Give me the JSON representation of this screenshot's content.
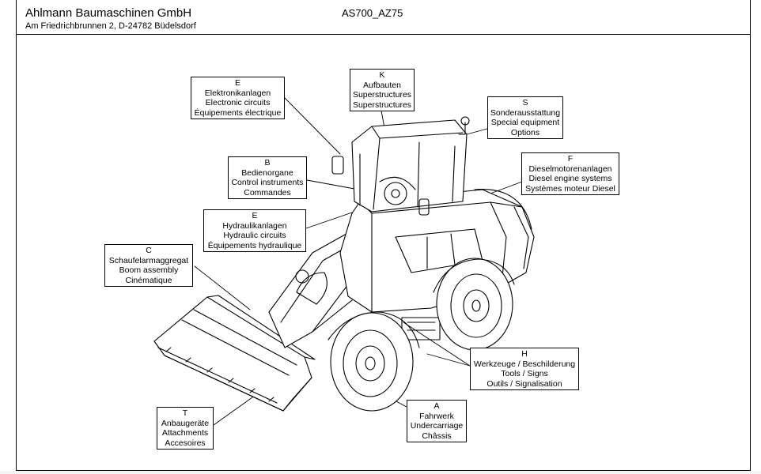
{
  "header": {
    "company": "Ahlmann Baumaschinen GmbH",
    "address": "Am Friedrichbrunnen 2,  D-24782 Büdelsdorf",
    "model": "AS700_AZ75"
  },
  "callouts": {
    "E_elec": {
      "code": "E",
      "de": "Elektronikanlagen",
      "en": "Electronic circuits",
      "fr": "Équipements électrique"
    },
    "K": {
      "code": "K",
      "de": "Aufbauten",
      "en": "Superstructures",
      "fr": "Superstructures"
    },
    "S": {
      "code": "S",
      "de": "Sonderausstattung",
      "en": "Special equipment",
      "fr": "Options"
    },
    "F": {
      "code": "F",
      "de": "Dieselmotorenanlagen",
      "en": "Diesel engine systems",
      "fr": "Systèmes moteur Diesel"
    },
    "B": {
      "code": "B",
      "de": "Bedienorgane",
      "en": "Control instruments",
      "fr": "Commandes"
    },
    "E_hyd": {
      "code": "E",
      "de": "Hydraulikanlagen",
      "en": "Hydraulic circuits",
      "fr": "Équipements hydraulique"
    },
    "C": {
      "code": "C",
      "de": "Schaufelarmaggregat",
      "en": "Boom assembly",
      "fr": "Cinématique"
    },
    "H": {
      "code": "H",
      "de": "Werkzeuge / Beschilderung",
      "en": "Tools / Signs",
      "fr": "Outils / Signalisation"
    },
    "A": {
      "code": "A",
      "de": "Fahrwerk",
      "en": "Undercarriage",
      "fr": "Châssis"
    },
    "T": {
      "code": "T",
      "de": "Anbaugeräte",
      "en": "Attachments",
      "fr": "Accesoires"
    }
  }
}
